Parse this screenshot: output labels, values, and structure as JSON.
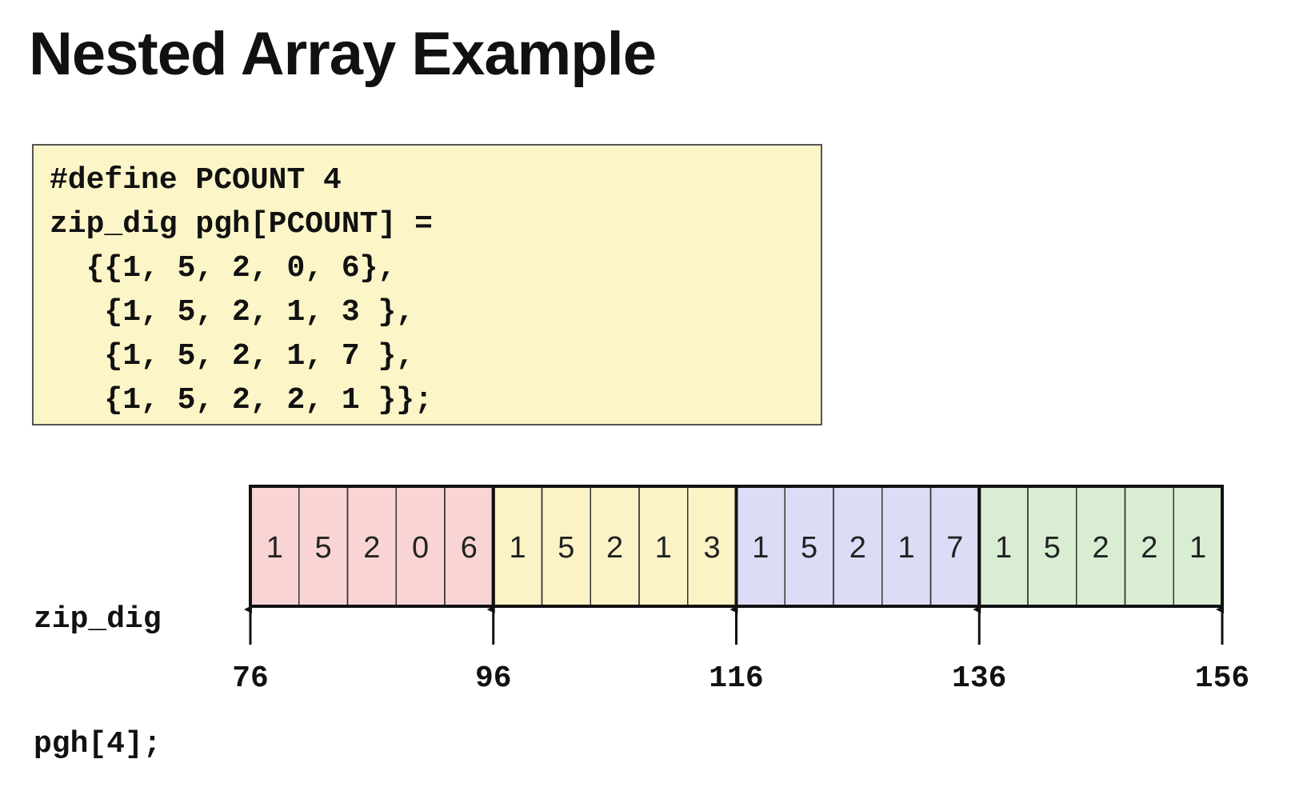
{
  "title": "Nested Array Example",
  "code": {
    "lines": [
      "#define PCOUNT 4",
      "zip_dig pgh[PCOUNT] =",
      "  {{1, 5, 2, 0, 6},",
      "   {1, 5, 2, 1, 3 },",
      "   {1, 5, 2, 1, 7 },",
      "   {1, 5, 2, 2, 1 }};"
    ]
  },
  "caption": {
    "line1": "zip_dig",
    "line2": "pgh[4];"
  },
  "memory": {
    "rows": [
      {
        "values": [
          "1",
          "5",
          "2",
          "0",
          "6"
        ],
        "color": "#f8d4d4"
      },
      {
        "values": [
          "1",
          "5",
          "2",
          "1",
          "3"
        ],
        "color": "#fbf3c6"
      },
      {
        "values": [
          "1",
          "5",
          "2",
          "1",
          "7"
        ],
        "color": "#dcdcf6"
      },
      {
        "values": [
          "1",
          "5",
          "2",
          "2",
          "1"
        ],
        "color": "#d9edd3"
      }
    ],
    "addresses": [
      "76",
      "96",
      "116",
      "136",
      "156"
    ]
  }
}
